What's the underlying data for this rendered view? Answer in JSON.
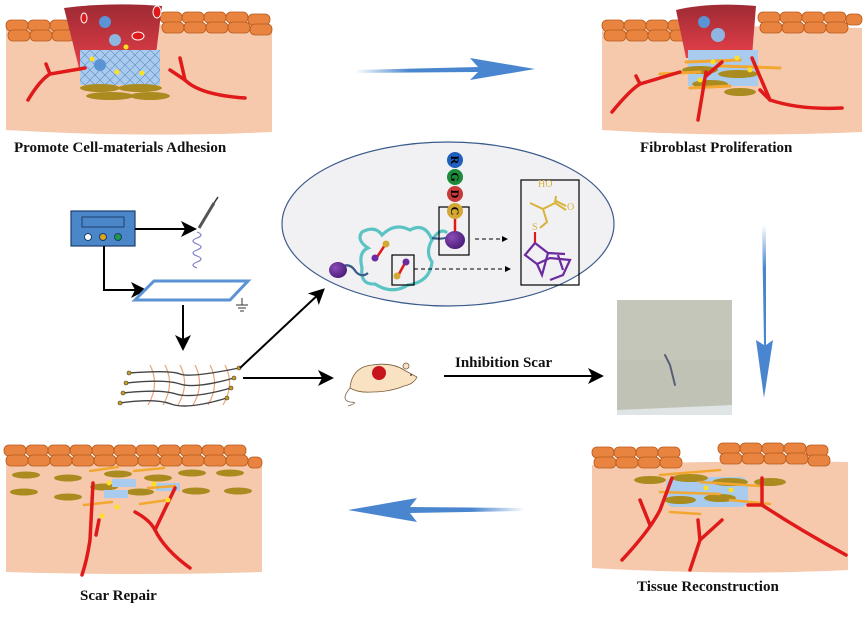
{
  "panels": {
    "adhesion": {
      "label": "Promote Cell-materials Adhesion"
    },
    "proliferation": {
      "label": "Fibroblast Proliferation"
    },
    "reconstruction": {
      "label": "Tissue Reconstruction"
    },
    "scar_repair": {
      "label": "Scar Repair"
    }
  },
  "center": {
    "peptide_letters": [
      "R",
      "G",
      "D",
      "C"
    ],
    "peptide_colors": [
      "#1f5fbf",
      "#1e8a3c",
      "#c93a3a",
      "#d3a833"
    ],
    "chem_labels": {
      "hydroxyl": "HO",
      "carbonyl_o": "O",
      "sulfur": "S"
    }
  },
  "process": {
    "inhibition_label": "Inhibition Scar"
  },
  "colors": {
    "skin": "#f6c9ad",
    "epidermis": "#e8843f",
    "vessel": "#e01a1a",
    "fibroblast": "#a98b1f",
    "scaffold": "#a9cbee",
    "flow_arrow": "#4a86cf",
    "ellipse_fill": "#f1f1f3",
    "ellipse_stroke": "#3b5b8c",
    "device": "#4b86c8"
  }
}
